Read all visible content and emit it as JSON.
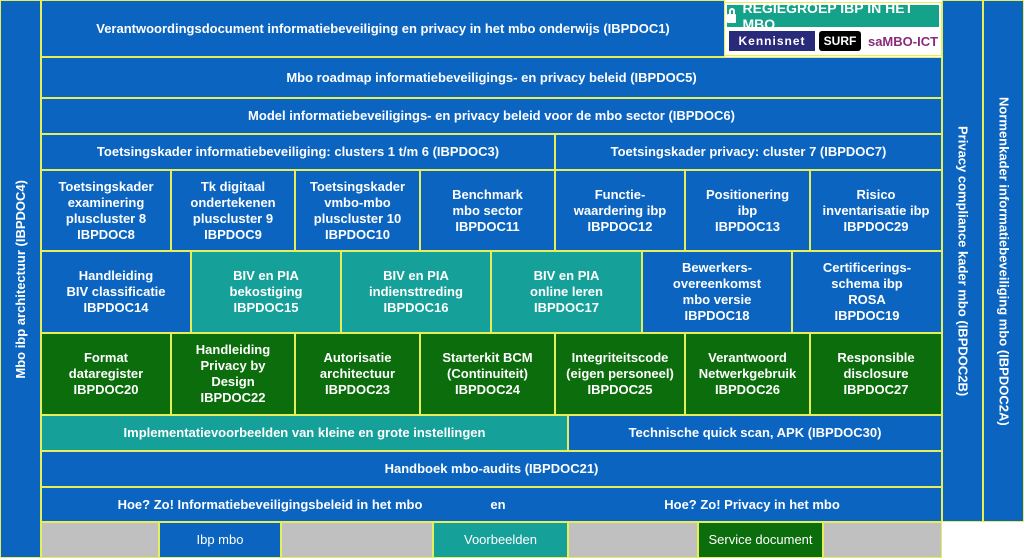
{
  "side": {
    "left": "Mbo ibp architectuur (IBPDOC4)",
    "right1": "Privacy compliance kader mbo  (IBPDOC2B)",
    "right2": "Normenkader informatiebeveiliging mbo (IBPDOC2A)"
  },
  "logo": {
    "title": "REGIEGROEP IBP IN HET MBO",
    "kennisnet": "Kennisnet",
    "surf": "SURF",
    "sambo": "saMBO-ICT"
  },
  "rows": {
    "r1": "Verantwoordingsdocument informatiebeveiliging en privacy in het mbo onderwijs (IBPDOC1)",
    "r2": "Mbo roadmap informatiebeveiligings- en privacy beleid (IBPDOC5)",
    "r3": "Model informatiebeveiligings- en privacy beleid voor de mbo sector (IBPDOC6)",
    "r4a": "Toetsingskader informatiebeveiliging: clusters 1 t/m 6 (IBPDOC3)",
    "r4b": "Toetsingskader privacy: cluster 7 (IBPDOC7)"
  },
  "grid_row1": [
    "Toetsingskader\nexaminering\npluscluster 8\nIBPDOC8",
    "Tk digitaal\nondertekenen\npluscluster 9\nIBPDOC9",
    "Toetsingskader\nvmbo-mbo\npluscluster 10\nIBPDOC10",
    "Benchmark\nmbo sector\nIBPDOC11",
    "Functie-\nwaardering ibp\nIBPDOC12",
    "Positionering\nibp\nIBPDOC13",
    "Risico\ninventarisatie ibp\nIBPDOC29"
  ],
  "grid_row2": [
    "Handleiding\nBIV classificatie\nIBPDOC14",
    "BIV en PIA\nbekostiging\nIBPDOC15",
    "BIV en PIA\nindiensttreding\nIBPDOC16",
    "BIV en PIA\nonline leren\nIBPDOC17",
    "Bewerkers-\novereenkomst\nmbo versie\nIBPDOC18",
    "Certificerings-\nschema ibp\nROSA\nIBPDOC19"
  ],
  "grid_row3": [
    "Format\ndataregister\nIBPDOC20",
    "Handleiding\nPrivacy by\nDesign\nIBPDOC22",
    "Autorisatie\narchitectuur\nIBPDOC23",
    "Starterkit BCM\n(Continuiteit)\nIBPDOC24",
    "Integriteitscode\n(eigen personeel)\nIBPDOC25",
    "Verantwoord\nNetwerkgebruik\nIBPDOC26",
    "Responsible\ndisclosure\nIBPDOC27"
  ],
  "bottom": {
    "impl": "Implementatievoorbeelden van kleine en grote instellingen",
    "quickscan": "Technische quick scan, APK (IBPDOC30)",
    "audits": "Handboek mbo-audits (IBPDOC21)",
    "hoezo1": "Hoe? Zo! Informatiebeveiligingsbeleid in het mbo",
    "en": "en",
    "hoezo2": "Hoe? Zo! Privacy in het mbo"
  },
  "legend": {
    "ibp": "Ibp mbo",
    "voorbeelden": "Voorbeelden",
    "service": "Service document"
  },
  "colors": {
    "blue": "#0b64c0",
    "teal": "#15a09a",
    "green": "#0b6d0b",
    "grey": "#c0c0c0",
    "border": "#e6ef5a"
  }
}
